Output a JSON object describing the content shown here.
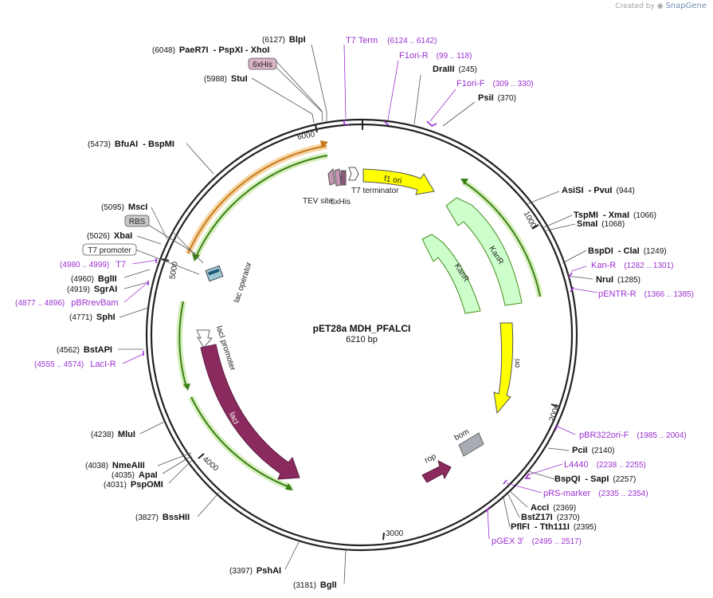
{
  "brand": {
    "created_by": "Created by",
    "product": "SnapGene"
  },
  "plasmid": {
    "name": "pET28a MDH_PFALCI",
    "length": "6210 bp"
  },
  "ticks": [
    "1000",
    "2000",
    "3000",
    "4000",
    "5000",
    "6000"
  ],
  "features": {
    "kanr_outer": "KanR",
    "kanr_inner": "KanR",
    "f1ori": "f1 ori",
    "ori": "ori",
    "laci": "lacI",
    "laci_promoter": "lacI promoter",
    "lac_operator": "lac operator",
    "rop": "rop",
    "bom": "bom",
    "tev": "TEV site",
    "sixhis_inner": "6xHis",
    "t7_terminator": "T7 terminator"
  },
  "sites": [
    {
      "pos": "(6127)",
      "name": "BlpI"
    },
    {
      "pos": "(6048)",
      "name": "PaeR7I",
      "name2": "PspXI",
      "name3": "XhoI"
    },
    {
      "pos": "(5988)",
      "name": "StuI"
    },
    {
      "pos": "(5473)",
      "name": "BfuAI",
      "name2": "BspMI"
    },
    {
      "pos": "(5095)",
      "name": "MscI"
    },
    {
      "pos": "(5026)",
      "name": "XbaI"
    },
    {
      "pos": "(4960)",
      "name": "BglII"
    },
    {
      "pos": "(4919)",
      "name": "SgrAI"
    },
    {
      "pos": "(4771)",
      "name": "SphI"
    },
    {
      "pos": "(4562)",
      "name": "BstAPI"
    },
    {
      "pos": "(4238)",
      "name": "MluI"
    },
    {
      "pos": "(4038)",
      "name": "NmeAIII"
    },
    {
      "pos": "(4035)",
      "name": "ApaI"
    },
    {
      "pos": "(4031)",
      "name": "PspOMI"
    },
    {
      "pos": "(3827)",
      "name": "BssHII"
    },
    {
      "pos": "(3397)",
      "name": "PshAI"
    },
    {
      "pos": "(3181)",
      "name": "BglI"
    },
    {
      "pos": "(245)",
      "name": "DraIII"
    },
    {
      "pos": "(370)",
      "name": "PsiI"
    },
    {
      "pos": "(944)",
      "name": "AsiSI",
      "name2": "PvuI"
    },
    {
      "pos": "(1066)",
      "name": "TspMI",
      "name2": "XmaI"
    },
    {
      "pos": "(1068)",
      "name": "SmaI"
    },
    {
      "pos": "(1249)",
      "name": "BspDI",
      "name2": "ClaI"
    },
    {
      "pos": "(1285)",
      "name": "NruI"
    },
    {
      "pos": "(2140)",
      "name": "PciI"
    },
    {
      "pos": "(2257)",
      "name": "BspQI",
      "name2": "SapI"
    },
    {
      "pos": "(2369)",
      "name": "AccI"
    },
    {
      "pos": "(2370)",
      "name": "BstZ17I"
    },
    {
      "pos": "(2395)",
      "name": "PflFI",
      "name2": "Tth111I"
    }
  ],
  "primers": [
    {
      "name": "T7 Term",
      "range": "(6124 .. 6142)"
    },
    {
      "name": "F1ori-R",
      "range": "(99 .. 118)"
    },
    {
      "name": "F1ori-F",
      "range": "(309 .. 330)"
    },
    {
      "name": "Kan-R",
      "range": "(1282 .. 1301)"
    },
    {
      "name": "pENTR-R",
      "range": "(1366 .. 1385)"
    },
    {
      "name": "pBR322ori-F",
      "range": "(1985 .. 2004)"
    },
    {
      "name": "L4440",
      "range": "(2238 .. 2255)"
    },
    {
      "name": "pRS-marker",
      "range": "(2335 .. 2354)"
    },
    {
      "name": "pGEX 3'",
      "range": "(2495 .. 2517)"
    },
    {
      "name": "T7",
      "range": "(4980 .. 4999)"
    },
    {
      "name": "pBRrevBam",
      "range": "(4877 .. 4896)"
    },
    {
      "name": "LacI-R",
      "range": "(4555 .. 4574)"
    }
  ],
  "boxed_features": {
    "sixhis": "6xHis",
    "rbs": "RBS",
    "t7_promoter": "T7 promoter"
  },
  "colors": {
    "primer": "#9b30d0",
    "laci": "#8b2a5e",
    "yellow": "#ffff00",
    "kanr": "#ccffcc",
    "green_arrow": "#4a8f1e",
    "orange_arrow": "#c87a1e",
    "bom": "#a8adb3"
  }
}
